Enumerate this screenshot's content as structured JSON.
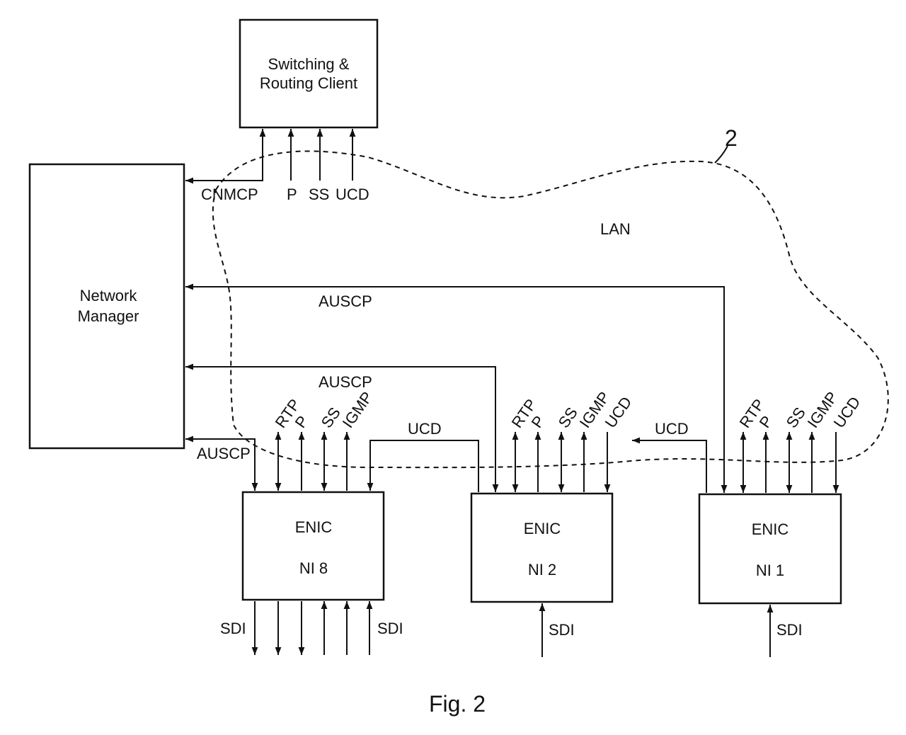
{
  "figure": {
    "caption": "Fig. 2",
    "reference_numeral": "2",
    "cloud_label": "LAN"
  },
  "nodes": {
    "src": {
      "line1": "Switching &",
      "line2": "Routing Client"
    },
    "nm": {
      "line1": "Network",
      "line2": "Manager"
    },
    "enic8": {
      "line1": "ENIC",
      "line2": "NI 8"
    },
    "enic2": {
      "line1": "ENIC",
      "line2": "NI 2"
    },
    "enic1": {
      "line1": "ENIC",
      "line2": "NI 1"
    }
  },
  "signals": {
    "src_cnmcp": "CNMCP",
    "src_p": "P",
    "src_ss": "SS",
    "src_ucd": "UCD",
    "auscp_ni1": "AUSCP",
    "auscp_ni2": "AUSCP",
    "auscp_ni8": "AUSCP",
    "ucd_8_2": "UCD",
    "ucd_1": "UCD",
    "ni8": {
      "rtp": "RTP",
      "p": "P",
      "ss": "SS",
      "igmp": "IGMP"
    },
    "ni2": {
      "rtp": "RTP",
      "p": "P",
      "ss": "SS",
      "igmp": "IGMP",
      "ucd": "UCD"
    },
    "ni1": {
      "rtp": "RTP",
      "p": "P",
      "ss": "SS",
      "igmp": "IGMP",
      "ucd": "UCD"
    },
    "sdi_out8": "SDI",
    "sdi_in8": "SDI",
    "sdi_in2": "SDI",
    "sdi_in1": "SDI"
  }
}
